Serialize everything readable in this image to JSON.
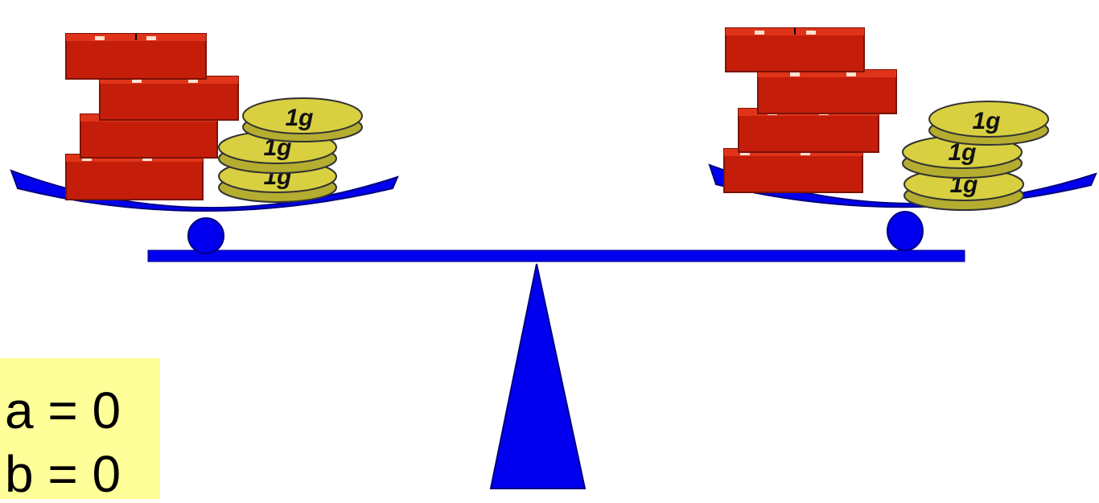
{
  "variables": [
    {
      "text": "a = 0"
    },
    {
      "text": "b = 0"
    }
  ],
  "coins": {
    "label": "1g"
  },
  "colors": {
    "scale": "#0000ee",
    "brick": "#c41e0a",
    "brick_dark": "#7a1205",
    "coin": "#d8d040",
    "variable_box": "#ffff99"
  },
  "icons": [
    "balance-scale",
    "brick-stack-icon",
    "coin-stack-icon"
  ]
}
